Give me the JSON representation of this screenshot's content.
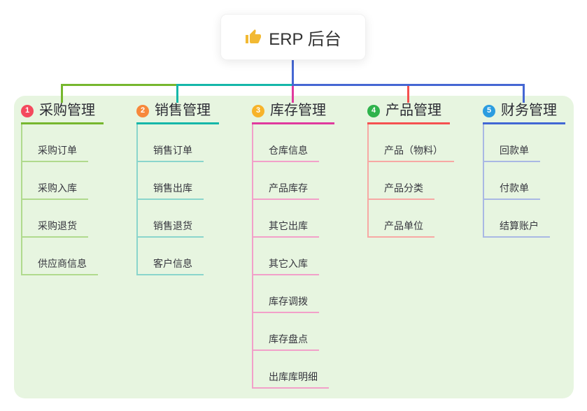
{
  "root": {
    "label": "ERP 后台",
    "icon": "thumbs-up"
  },
  "canvas": {
    "background": "#ffffff",
    "panel_background": "#e7f5e0",
    "trunk_color": "#4567d3",
    "text_color": "#333333"
  },
  "branches": [
    {
      "index": "1",
      "label": "采购管理",
      "badge_color": "#f4495d",
      "line_color": "#76b72e",
      "child_line_color": "#b0da8d",
      "children": [
        "采购订单",
        "采购入库",
        "采购退货",
        "供应商信息"
      ]
    },
    {
      "index": "2",
      "label": "销售管理",
      "badge_color": "#f7883b",
      "line_color": "#15b7a9",
      "child_line_color": "#8ad5cc",
      "children": [
        "销售订单",
        "销售出库",
        "销售退货",
        "客户信息"
      ]
    },
    {
      "index": "3",
      "label": "库存管理",
      "badge_color": "#f7b32a",
      "line_color": "#e03a9e",
      "child_line_color": "#f2a0c9",
      "children": [
        "仓库信息",
        "产品库存",
        "其它出库",
        "其它入库",
        "库存调拨",
        "库存盘点",
        "出库库明细"
      ]
    },
    {
      "index": "4",
      "label": "产品管理",
      "badge_color": "#2fb34c",
      "line_color": "#f55150",
      "child_line_color": "#f7a8a4",
      "children": [
        "产品（物料）",
        "产品分类",
        "产品单位"
      ]
    },
    {
      "index": "5",
      "label": "财务管理",
      "badge_color": "#2b9ce0",
      "line_color": "#4167d4",
      "child_line_color": "#a9b8e4",
      "children": [
        "回款单",
        "付款单",
        "结算账户"
      ]
    }
  ]
}
